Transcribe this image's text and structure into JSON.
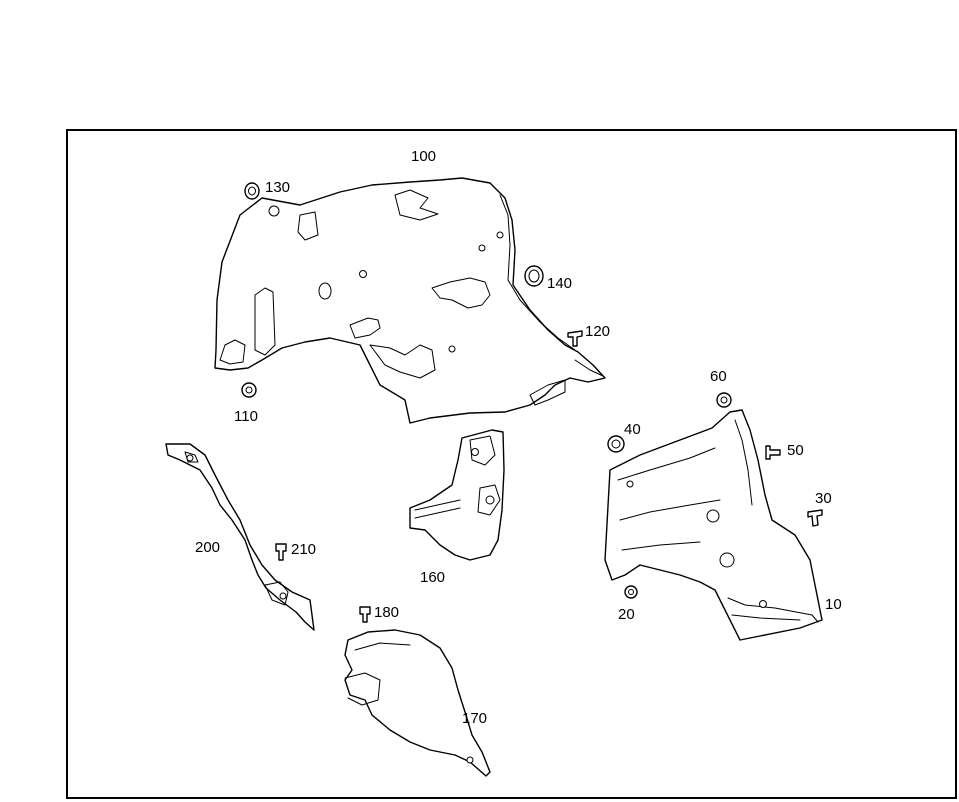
{
  "diagram": {
    "labels": {
      "p10": "10",
      "p20": "20",
      "p30": "30",
      "p40": "40",
      "p50": "50",
      "p60": "60",
      "p100": "100",
      "p110": "110",
      "p120": "120",
      "p130": "130",
      "p140": "140",
      "p160": "160",
      "p170": "170",
      "p180": "180",
      "p200": "200",
      "p210": "210"
    }
  }
}
